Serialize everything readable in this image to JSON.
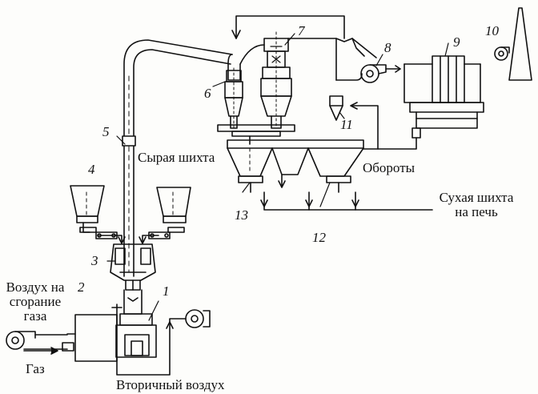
{
  "labels": {
    "raw_charge": "Сырая шихта",
    "returns": "Обороты",
    "dry_charge_line1": "Сухая шихта",
    "dry_charge_line2": "на печь",
    "combustion_air_line1": "Воздух на",
    "combustion_air_line2": "сгорание",
    "combustion_air_line3": "газа",
    "gas": "Газ",
    "secondary_air": "Вторичный воздух"
  },
  "numbers": [
    "1",
    "2",
    "3",
    "4",
    "5",
    "6",
    "7",
    "8",
    "9",
    "10",
    "11",
    "12",
    "13"
  ],
  "colors": {
    "ink": "#111111",
    "paper": "#fdfdfb"
  }
}
